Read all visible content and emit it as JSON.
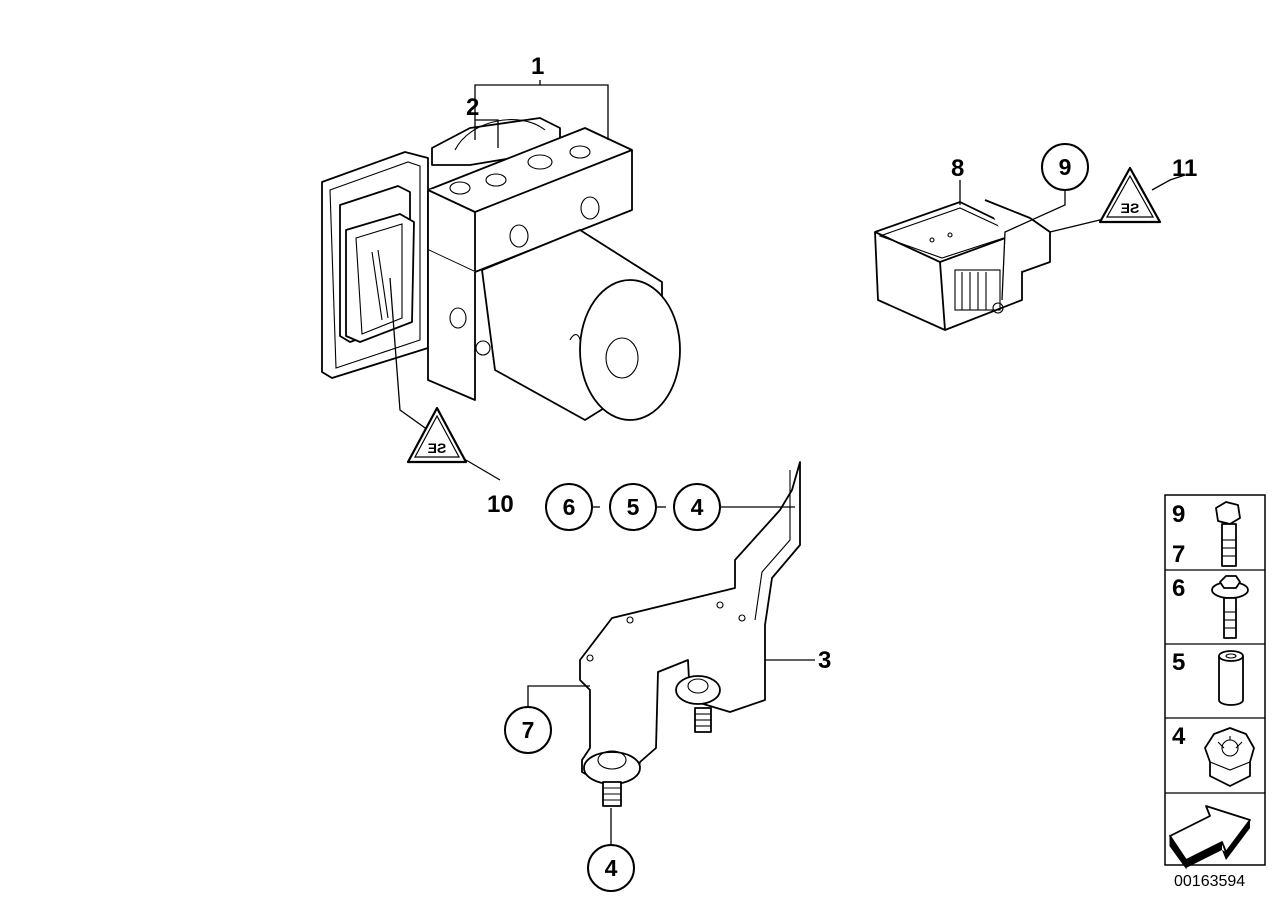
{
  "callouts": {
    "p1": "1",
    "p2": "2",
    "p3": "3",
    "p8": "8",
    "p10": "10",
    "p11": "11",
    "c9": "9",
    "c6": "6",
    "c5": "5",
    "c4a": "4",
    "c7": "7",
    "c4b": "4"
  },
  "legend": {
    "cell1_a": "9",
    "cell1_b": "7",
    "cell2": "6",
    "cell3": "5",
    "cell4": "4"
  },
  "reference_number": "00163594"
}
